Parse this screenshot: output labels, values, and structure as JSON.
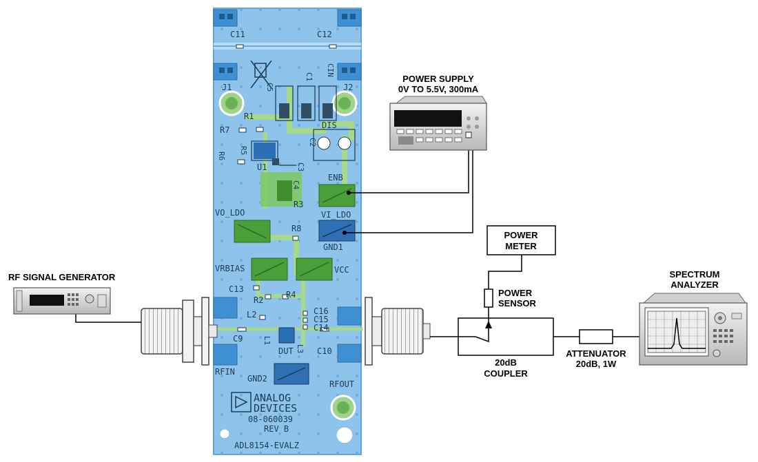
{
  "colors": {
    "board": "#8ec3ec",
    "board_edge": "#5fa4dc",
    "trace": "#a6d98a",
    "pad": "#4a9f3a",
    "silk": "#1d3a55",
    "wire": "#000000"
  },
  "instruments": {
    "rf_generator": {
      "label": "RF SIGNAL GENERATOR",
      "icon": "signal-generator-icon"
    },
    "power_supply": {
      "label_line1": "POWER SUPPLY",
      "label_line2": "0V TO 5.5V, 300mA",
      "icon": "power-supply-icon"
    },
    "power_meter": {
      "label_line1": "POWER",
      "label_line2": "METER"
    },
    "power_sensor": {
      "label_line1": "POWER",
      "label_line2": "SENSOR"
    },
    "coupler": {
      "label_line1": "20dB",
      "label_line2": "COUPLER"
    },
    "attenuator": {
      "label_line1": "ATTENUATOR",
      "label_line2": "20dB, 1W"
    },
    "spectrum_analyzer": {
      "label_line1": "SPECTRUM",
      "label_line2": "ANALYZER",
      "icon": "spectrum-analyzer-icon"
    }
  },
  "board": {
    "silk": {
      "c11": "C11",
      "c12": "C12",
      "j1": "J1",
      "j2": "J2",
      "c5": "C5",
      "c1": "C1",
      "cin": "CIN",
      "r1": "R1",
      "r7": "R7",
      "r6": "R6",
      "r5": "R5",
      "u1": "U1",
      "dis": "DIS",
      "c2": "C2",
      "c3": "C3",
      "c4": "C4",
      "r3": "R3",
      "enb": "ENB",
      "vo_ldo": "VO_LDO",
      "vi_ldo": "VI_LDO",
      "r8": "R8",
      "gnd1": "GND1",
      "vrbias": "VRBIAS",
      "vcc": "VCC",
      "c13": "C13",
      "r2": "R2",
      "r4": "R4",
      "c16": "C16",
      "c15": "C15",
      "c14": "C14",
      "l2": "L2",
      "l1": "L1",
      "c9": "C9",
      "dut": "DUT",
      "l3": "L3",
      "c10": "C10",
      "rfin": "RFIN",
      "rfout": "RFOUT",
      "gnd2": "GND2",
      "logo1": "ANALOG",
      "logo2": "DEVICES",
      "part": "08-060039",
      "rev": "REV B",
      "name": "ADL8154-EVALZ"
    }
  }
}
